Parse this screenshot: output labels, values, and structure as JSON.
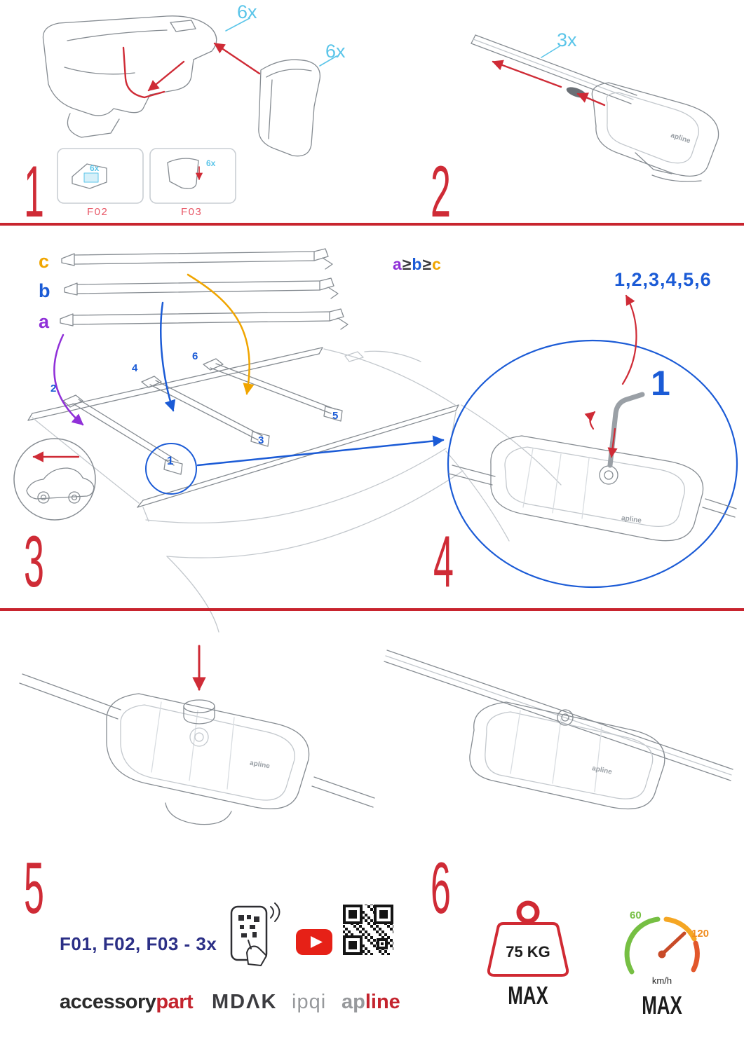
{
  "step1": {
    "num": "1",
    "qty_cover_top": "6x",
    "qty_cover_side": "6x",
    "inset1_code": "F02",
    "inset1_qty": "6x",
    "inset2_code": "F03",
    "inset2_qty": "6x"
  },
  "step2": {
    "num": "2",
    "qty": "3x"
  },
  "step3": {
    "num": "3",
    "bar_a": "a",
    "bar_b": "b",
    "bar_c": "c",
    "rule_a": "a",
    "rule_ge1": "≥",
    "rule_b": "b",
    "rule_ge2": "≥",
    "rule_c": "c",
    "pos1": "1",
    "pos2": "2",
    "pos3": "3",
    "pos4": "4",
    "pos5": "5",
    "pos6": "6"
  },
  "step4": {
    "num": "4",
    "sequence": "1,2,3,4,5,6",
    "first": "1"
  },
  "step5": {
    "num": "5"
  },
  "step6": {
    "num": "6"
  },
  "footer": {
    "parts_line": "F01, F02, F03 - 3x",
    "brand_accessory": "accessory",
    "brand_part": "part",
    "brand_mdak": "MDΛK",
    "brand_ipqi": "ipqi",
    "brand_ap": "ap",
    "brand_line": "line"
  },
  "limits": {
    "weight_value": "75 KG",
    "weight_max": "MAX",
    "speed_low": "60",
    "speed_high": "120",
    "speed_unit": "km/h",
    "speed_max": "MAX"
  },
  "foot_logo": "apline",
  "colors": {
    "red": "#cf2b36",
    "cyan": "#5bc5e9",
    "purple": "#9030d8",
    "blue": "#1b5bd6",
    "orange": "#f0a500",
    "navy": "#2b2f86",
    "green": "#76bf43"
  }
}
